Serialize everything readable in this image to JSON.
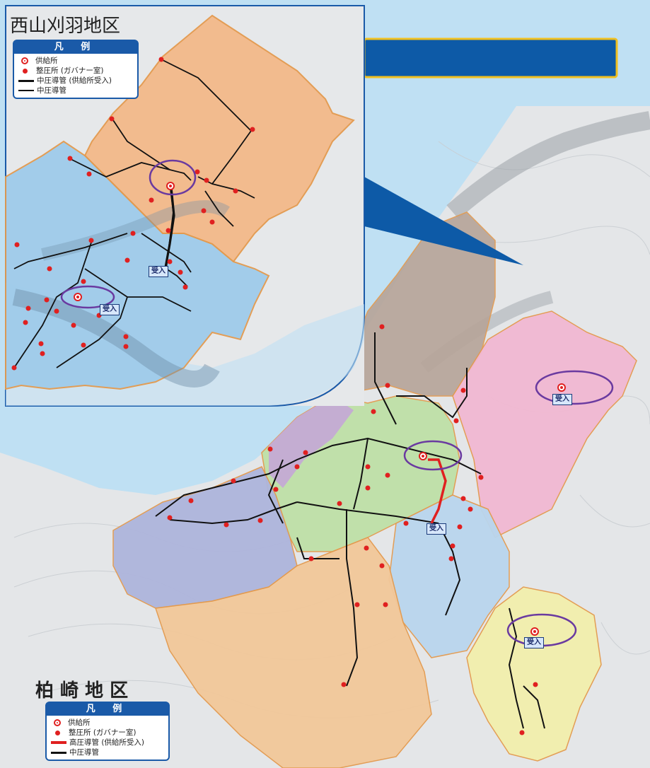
{
  "main_map": {
    "title": "柏 崎 地 区",
    "legend": {
      "header": "凡 例",
      "items": [
        "供給所",
        "整圧所 (ガバナー室)",
        "高圧導管 (供給所受入)",
        "中圧導管"
      ]
    }
  },
  "inset_map": {
    "title": "西山刈羽地区",
    "legend": {
      "header": "凡 例",
      "items": [
        "供給所",
        "整圧所 (ガバナー室)",
        "中圧導管 (供給所受入)",
        "中圧導管"
      ]
    }
  },
  "intake_label": "受入",
  "colors": {
    "sea": "#bfe0f3",
    "land": "#e6e6e6",
    "orange_zone": "#f3b98a",
    "blue_zone": "#9fcbea",
    "brown_zone": "#b7a59a",
    "pink_zone": "#f1b8d2",
    "green_zone": "#bfe0a7",
    "purple_zone": "#aeb5dc",
    "yellow_zone": "#f2efac",
    "tan_zone": "#f2c89a",
    "legend_blue": "#1a5aa8",
    "marker_red": "#e02020",
    "highlight_circle": "#6a3aa0",
    "banner_fill": "#0d5aa7",
    "banner_border": "#f0c020"
  }
}
